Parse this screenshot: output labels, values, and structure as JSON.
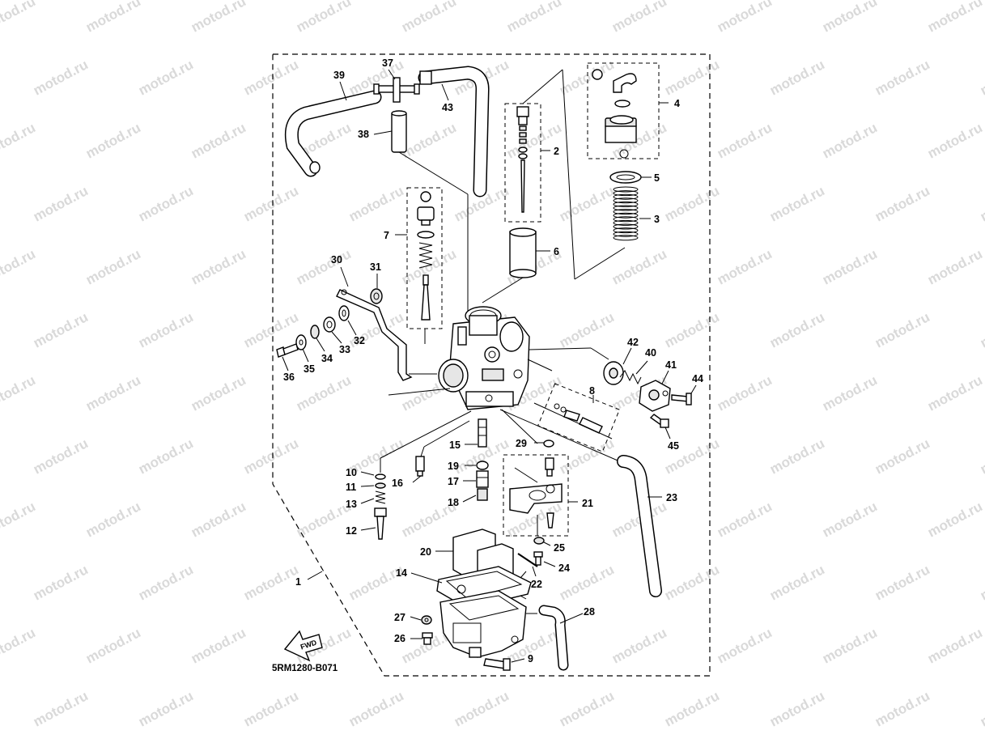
{
  "watermark": "motod.ru",
  "diagram_code": "5RM1280-B071",
  "fwd_label": "FWD",
  "part_labels": {
    "p1": "1",
    "p2": "2",
    "p3": "3",
    "p4": "4",
    "p5": "5",
    "p6": "6",
    "p7": "7",
    "p8": "8",
    "p9": "9",
    "p10": "10",
    "p11": "11",
    "p12": "12",
    "p13": "13",
    "p14": "14",
    "p15": "15",
    "p16": "16",
    "p17": "17",
    "p18": "18",
    "p19": "19",
    "p20": "20",
    "p21": "21",
    "p22": "22",
    "p23": "23",
    "p24": "24",
    "p25": "25",
    "p26": "26",
    "p27": "27",
    "p28": "28",
    "p29": "29",
    "p30": "30",
    "p31": "31",
    "p32": "32",
    "p33": "33",
    "p34": "34",
    "p35": "35",
    "p36": "36",
    "p37": "37",
    "p38": "38",
    "p39": "39",
    "p40": "40",
    "p41": "41",
    "p42": "42",
    "p43": "43",
    "p44": "44",
    "p45": "45"
  },
  "colors": {
    "ink": "#000000",
    "watermark": "#d9d9d9",
    "background": "#ffffff"
  }
}
